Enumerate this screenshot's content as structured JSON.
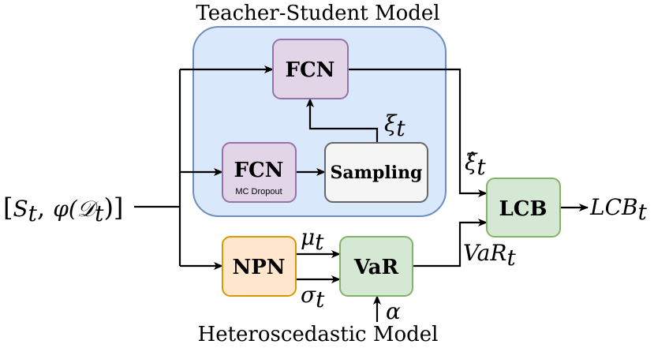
{
  "diagram": {
    "teacher_region_title": "Teacher-Student Model",
    "hetero_region_title": "Heteroscedastic Model",
    "nodes": {
      "fcn_top": "FCN",
      "fcn_mc": "FCN",
      "fcn_mc_sub": "MC Dropout",
      "sampling": "Sampling",
      "lcb": "LCB",
      "npn": "NPN",
      "var": "VaR"
    },
    "labels": {
      "input_open": "[",
      "input_S": "S",
      "input_S_sub": "t",
      "input_comma": ", ",
      "input_phi": "φ(",
      "input_D": "𝒟",
      "input_D_sub": "t",
      "input_close": ")]",
      "xi": "ξ",
      "xi_sub": "t",
      "xihat": "ξ̂",
      "xihat_sub": "t",
      "mu": "μ",
      "mu_sub": "t",
      "sigma": "σ",
      "sigma_sub": "t",
      "alpha": "α",
      "var_out": "VaR",
      "var_out_sub": "t",
      "lcb_out": "LCB",
      "lcb_out_sub": "t"
    },
    "colors": {
      "teacher_region_fill": "#dae8fc",
      "teacher_region_stroke": "#6c8ebf",
      "fcn_fill": "#e1d5e7",
      "fcn_stroke": "#9673a6",
      "sampling_fill": "#f5f5f5",
      "sampling_stroke": "#666666",
      "green_fill": "#d5e8d4",
      "green_stroke": "#82b366",
      "npn_fill": "#ffe6cc",
      "npn_stroke": "#d79b00"
    }
  }
}
